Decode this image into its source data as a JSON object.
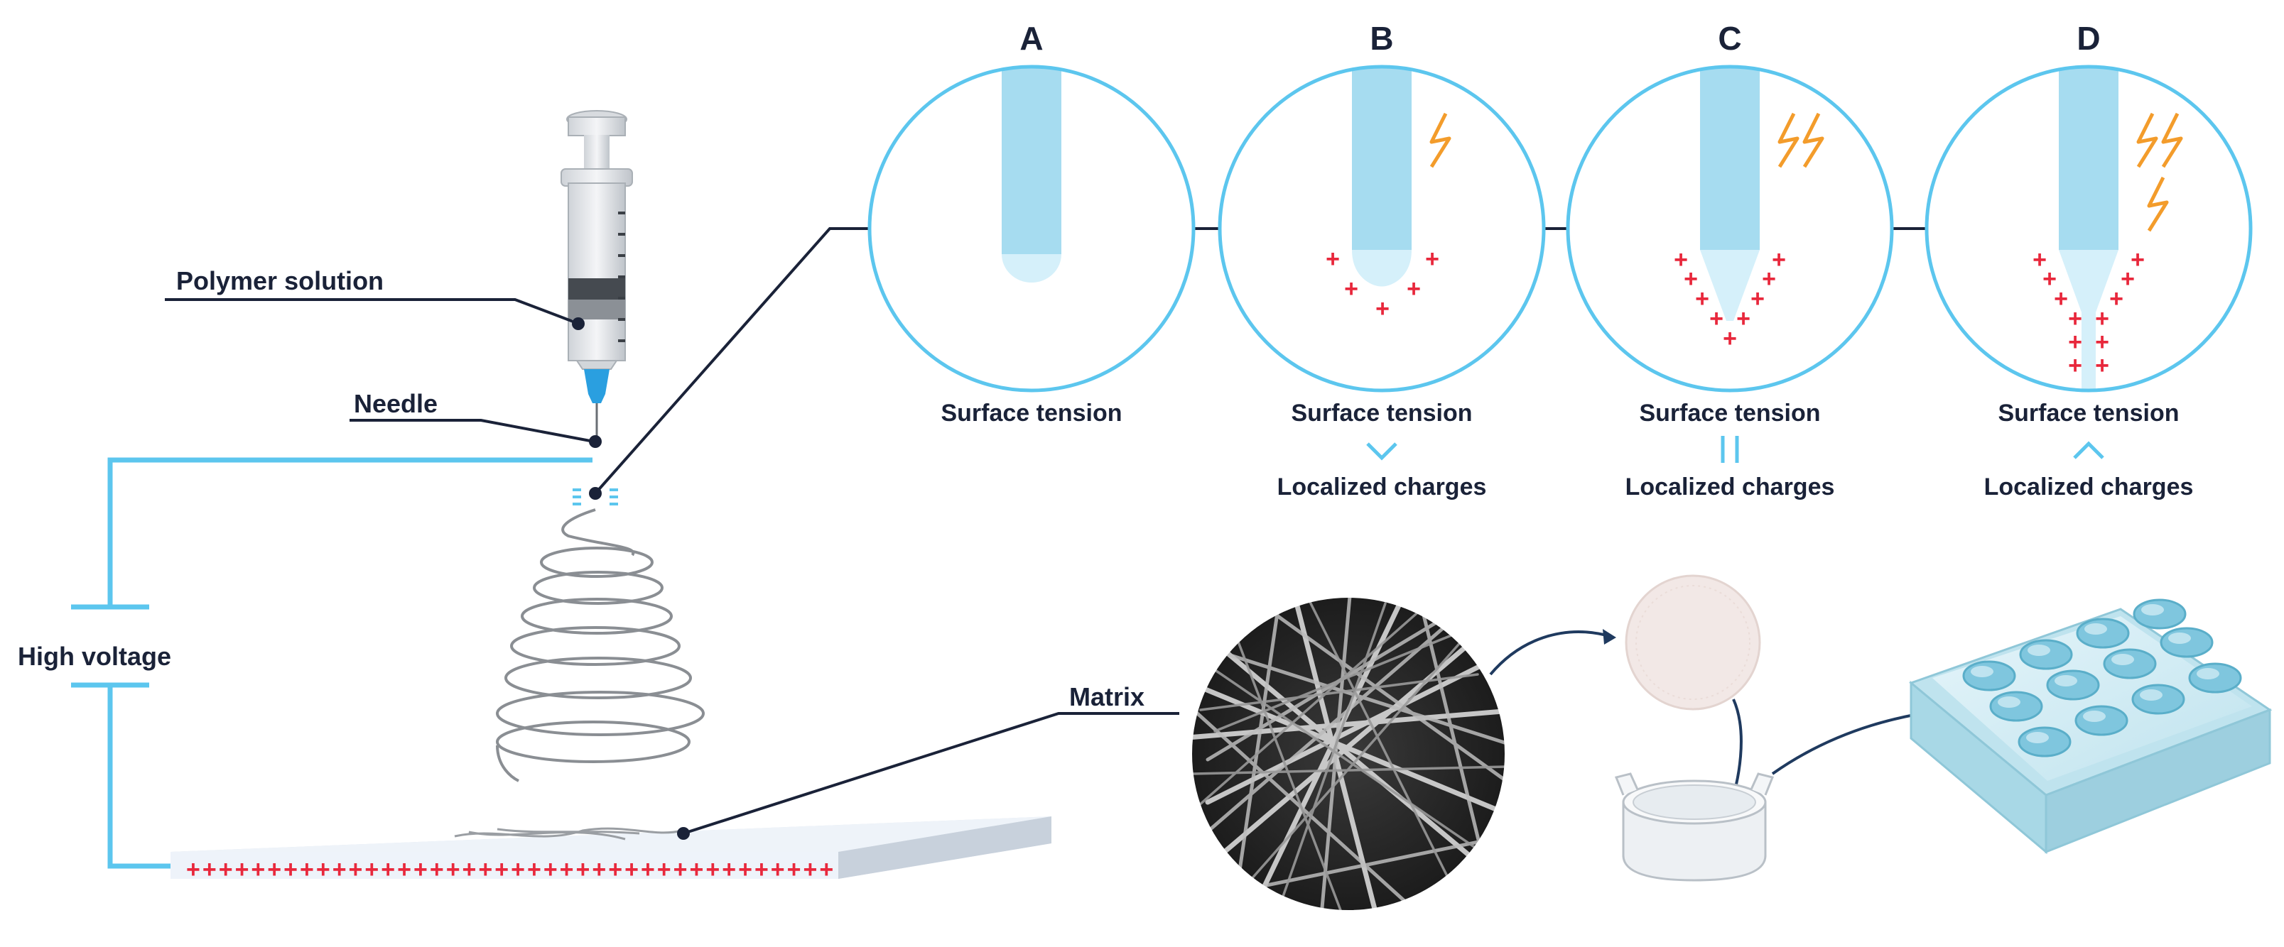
{
  "labels": {
    "polymer_solution": "Polymer solution",
    "needle": "Needle",
    "high_voltage": "High voltage",
    "matrix": "Matrix"
  },
  "panels": [
    {
      "letter": "A",
      "line1": "Surface tension",
      "relation": "",
      "line2": ""
    },
    {
      "letter": "B",
      "line1": "Surface tension",
      "relation": ">",
      "line2": "Localized charges"
    },
    {
      "letter": "C",
      "line1": "Surface tension",
      "relation": "=",
      "line2": "Localized charges"
    },
    {
      "letter": "D",
      "line1": "Surface tension",
      "relation": "<",
      "line2": "Localized charges"
    }
  ],
  "collector_charges": "++++++++++++++++++++++++++++++++++++++++",
  "colors": {
    "wire": "#5cc6ee",
    "outline": "#1a2238",
    "needle": "#2a9fe0",
    "fluid": "#a6dcf0",
    "cone": "#d5f0fa",
    "charge": "#e8283c",
    "lightning": "#f39c2b"
  },
  "icons": [
    "syringe-icon",
    "lightning-icon",
    "petri-dish-icon",
    "cell-insert-icon",
    "well-plate-icon",
    "fiber-mesh-image"
  ]
}
